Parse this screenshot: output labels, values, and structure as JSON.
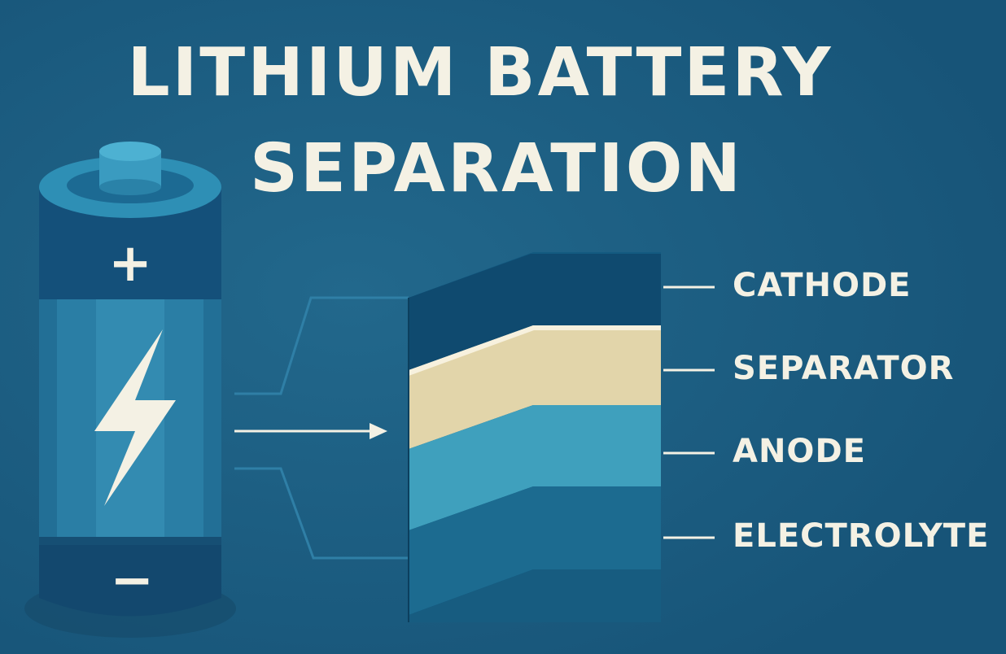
{
  "title": {
    "line1": "LITHIUM BATTERY",
    "line2": "SEPARATION"
  },
  "battery": {
    "positive_symbol": "+",
    "negative_symbol": "−"
  },
  "layers": [
    {
      "label": "CATHODE",
      "color": "#0f4a6f"
    },
    {
      "label": "SEPARATOR",
      "color": "#e2d5aa"
    },
    {
      "label": "ANODE",
      "color": "#3fa0bd"
    },
    {
      "label": "ELECTROLYTE",
      "color": "#1c6b90"
    }
  ],
  "colors": {
    "background": "#1d5f82",
    "text": "#f4f1e4",
    "battery_body": "#14507a",
    "battery_glass": "#2f87ad",
    "accent": "#4aa8c8"
  }
}
